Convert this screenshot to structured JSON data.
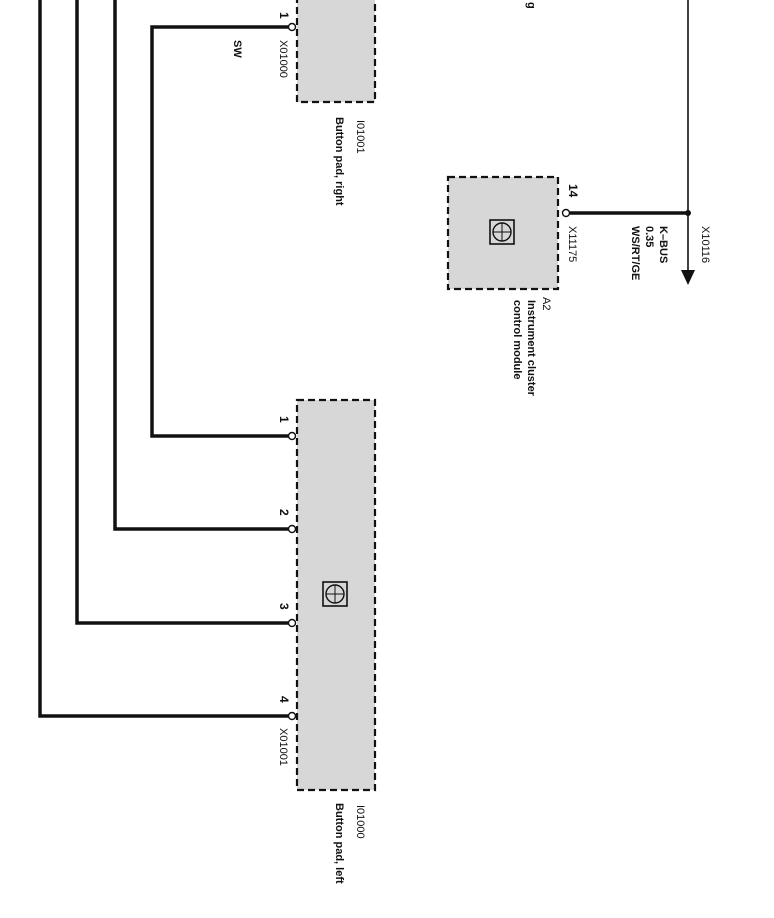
{
  "top_clipped_label": "g",
  "wire_color_sw": "SW",
  "components": {
    "pad_right": {
      "id": "I01001",
      "name": "Button pad, right",
      "connector": "X01000",
      "pins": [
        "1"
      ]
    },
    "pad_left": {
      "id": "I01000",
      "name": "Button pad, left",
      "connector": "X01001",
      "pins": [
        "1",
        "2",
        "3",
        "4"
      ]
    },
    "cluster": {
      "id": "A2",
      "name_line1": "Instrument cluster",
      "name_line2": "control module",
      "connector": "X11175",
      "pin": "14"
    }
  },
  "kbus": {
    "name": "K–BUS",
    "gauge": "0.35",
    "colors": "WS/RT/GE",
    "connector": "X10116"
  },
  "colors": {
    "component_fill": "#d7d7d7",
    "line": "#111111"
  }
}
